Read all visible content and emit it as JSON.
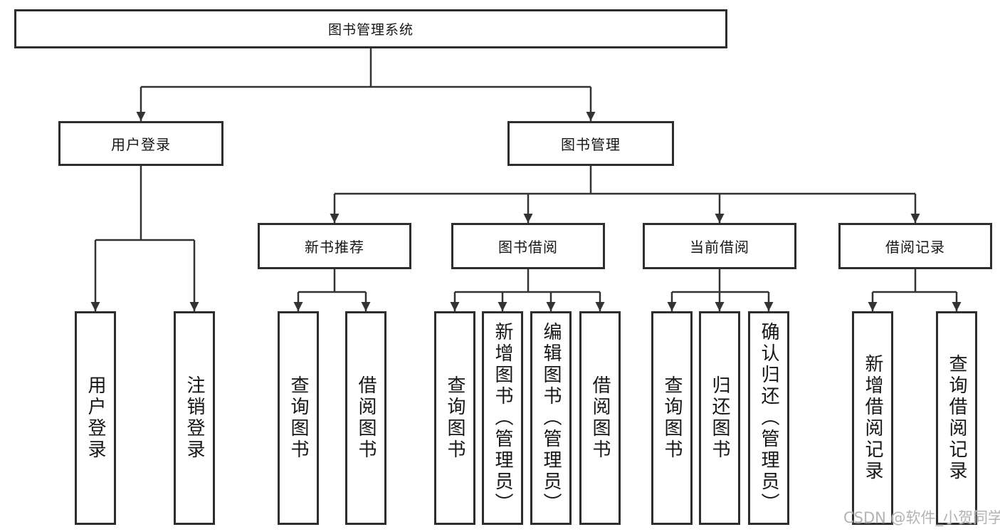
{
  "tree": {
    "label": "图书管理系统",
    "children": [
      {
        "label": "用户登录",
        "children": [
          {
            "label": "用户登录"
          },
          {
            "label": "注销登录"
          }
        ]
      },
      {
        "label": "图书管理",
        "children": [
          {
            "label": "新书推荐",
            "children": [
              {
                "label": "查询图书"
              },
              {
                "label": "借阅图书"
              }
            ]
          },
          {
            "label": "图书借阅",
            "children": [
              {
                "label": "查询图书"
              },
              {
                "label": "新增图书（管理员）"
              },
              {
                "label": "编辑图书（管理员）"
              },
              {
                "label": "借阅图书"
              }
            ]
          },
          {
            "label": "当前借阅",
            "children": [
              {
                "label": "查询图书"
              },
              {
                "label": "归还图书"
              },
              {
                "label": "确认归还（管理员）"
              }
            ]
          },
          {
            "label": "借阅记录",
            "children": [
              {
                "label": "新增借阅记录"
              },
              {
                "label": "查询借阅记录"
              }
            ]
          }
        ]
      }
    ]
  },
  "watermark": {
    "text": "CSDN @软件_小贺同学"
  },
  "colors": {
    "line": "#333333",
    "box_border": "#2e2e2e",
    "text": "#161616",
    "background": "#ffffff",
    "watermark": "#b3b3b3"
  }
}
